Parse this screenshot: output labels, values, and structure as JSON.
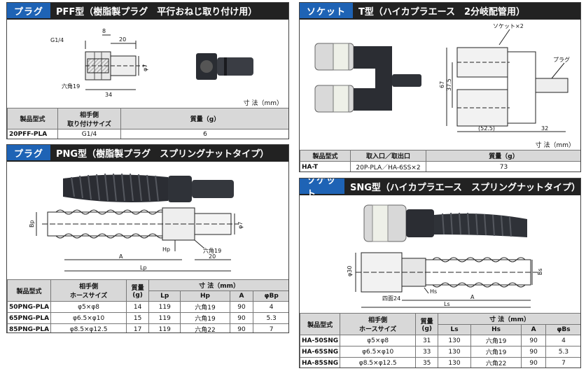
{
  "pff": {
    "tag": "プラグ",
    "title": "PFF型（樹脂製プラグ　平行おねじ取り付け用）",
    "dims": {
      "g": "G1/4",
      "d8": "8",
      "d20": "20",
      "hex": "六角19",
      "d34": "34",
      "phi7": "φ7"
    },
    "unit": "寸 法（mm）",
    "headers": {
      "model": "製品型式",
      "mate": "相手側\n取り付けサイズ",
      "weight": "質量（g）"
    },
    "rows": [
      {
        "model": "20PFF-PLA",
        "mate": "G1/4",
        "weight": "6"
      }
    ]
  },
  "t": {
    "tag": "ソケット",
    "title": "T型（ハイカプラエース　2分岐配管用）",
    "dims": {
      "socket": "ソケット×2",
      "plug": "プラグ",
      "d67": "67",
      "d37": "37.5",
      "d52": "(52.5)",
      "d32": "32"
    },
    "unit": "寸 法（mm）",
    "headers": {
      "model": "製品型式",
      "port": "取入口／取出口",
      "weight": "質量（g）"
    },
    "rows": [
      {
        "model": "HA-T",
        "port": "20P-PLA／HA-6SS×2",
        "weight": "73"
      }
    ]
  },
  "png": {
    "tag": "プラグ",
    "title": "PNG型（樹脂製プラグ　スプリングナットタイプ）",
    "dims": {
      "bp": "Bp",
      "hp": "Hp",
      "hex": "六角19",
      "a": "A",
      "lp": "Lp",
      "d20": "20",
      "phi7": "φ7"
    },
    "headers": {
      "model": "製品型式",
      "hose": "相手側\nホースサイズ",
      "weight": "質量\n(g)",
      "size": "寸 法（mm）",
      "c1": "Lp",
      "c2": "Hp",
      "c3": "A",
      "c4": "φBp"
    },
    "rows": [
      {
        "model": "50PNG-PLA",
        "hose": "φ5×φ8",
        "weight": "14",
        "c1": "119",
        "c2": "六角19",
        "c3": "90",
        "c4": "4"
      },
      {
        "model": "65PNG-PLA",
        "hose": "φ6.5×φ10",
        "weight": "15",
        "c1": "119",
        "c2": "六角19",
        "c3": "90",
        "c4": "5.3"
      },
      {
        "model": "85PNG-PLA",
        "hose": "φ8.5×φ12.5",
        "weight": "17",
        "c1": "119",
        "c2": "六角22",
        "c3": "90",
        "c4": "7"
      }
    ]
  },
  "sng": {
    "tag": "ソケット",
    "title": "SNG型（ハイカプラエース　スプリングナットタイプ）",
    "dims": {
      "phi30": "φ30",
      "hs": "Hs",
      "bs": "Bs",
      "square": "四面24",
      "a": "A",
      "ls": "Ls"
    },
    "headers": {
      "model": "製品型式",
      "hose": "相手側\nホースサイズ",
      "weight": "質量\n(g)",
      "size": "寸 法（mm）",
      "c1": "Ls",
      "c2": "Hs",
      "c3": "A",
      "c4": "φBs"
    },
    "rows": [
      {
        "model": "HA-50SNG",
        "hose": "φ5×φ8",
        "weight": "31",
        "c1": "130",
        "c2": "六角19",
        "c3": "90",
        "c4": "4"
      },
      {
        "model": "HA-65SNG",
        "hose": "φ6.5×φ10",
        "weight": "33",
        "c1": "130",
        "c2": "六角19",
        "c3": "90",
        "c4": "5.3"
      },
      {
        "model": "HA-85SNG",
        "hose": "φ8.5×φ12.5",
        "weight": "35",
        "c1": "130",
        "c2": "六角22",
        "c3": "90",
        "c4": "7"
      }
    ]
  }
}
